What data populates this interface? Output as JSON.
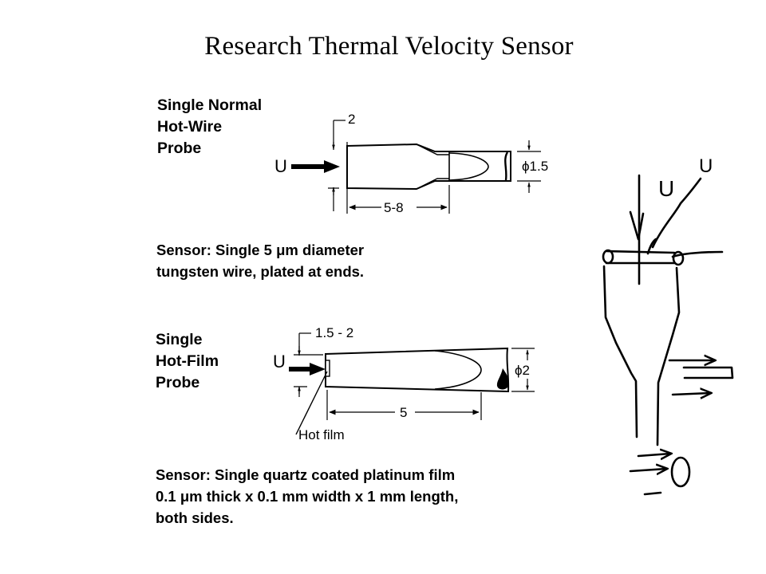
{
  "title": "Research Thermal Velocity Sensor",
  "hot_wire": {
    "name_lines": [
      "Single Normal",
      "Hot-Wire",
      "Probe"
    ],
    "flow_label": "U",
    "dims": {
      "offset": "2",
      "length": "5-8",
      "diameter": "ϕ1.5"
    },
    "caption_lines": [
      "Sensor: Single 5 μm diameter",
      "tungsten wire, plated at ends."
    ]
  },
  "hot_film": {
    "name_lines": [
      "Single",
      "Hot-Film",
      "Probe"
    ],
    "flow_label": "U",
    "dims": {
      "offset": "1.5 - 2",
      "length": "5",
      "diameter": "ϕ2"
    },
    "film_label": "Hot film",
    "caption_lines": [
      "Sensor: Single quartz coated platinum film",
      "0.1 μm thick x 0.1 mm width x 1 mm length,",
      "both sides."
    ]
  },
  "sketch": {
    "labels": [
      "U",
      "U"
    ]
  }
}
